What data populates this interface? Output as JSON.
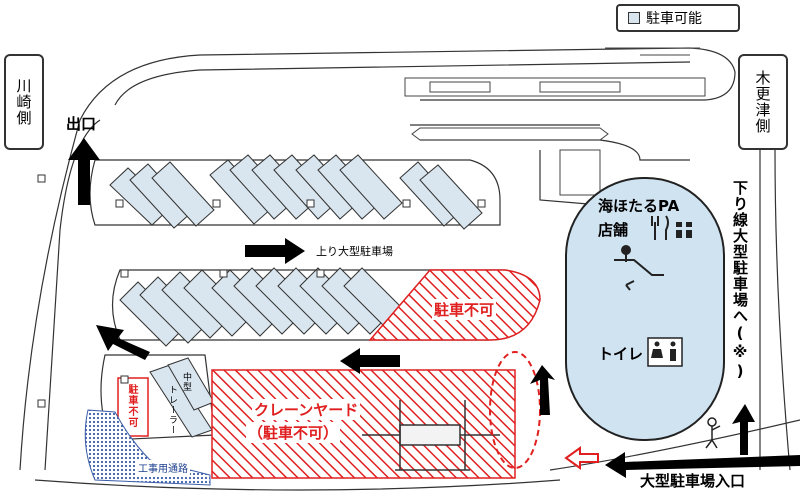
{
  "legend": {
    "label": "駐車可能",
    "swatch_color": "#d9e6ef"
  },
  "directions": {
    "kawasaki": "川崎側",
    "kisarazu": "木更津側",
    "exit": "出口",
    "down_line": "下り線大型駐車場へ(※)",
    "entrance": "大型駐車場入口"
  },
  "pa": {
    "name_line1": "海ほたるPA",
    "name_line2": "店舗",
    "toilet": "トイレ",
    "fill_color": "#cfe3f1"
  },
  "zones": {
    "upbound_parking": "上り大型駐車場",
    "no_parking": "駐車不可",
    "crane_yard_line1": "クレーンヤード",
    "crane_yard_line2": "（駐車不可）",
    "small_no_parking": "駐車不可",
    "construction_road": "工事用通路",
    "middle_label": "中型",
    "trailer_label": "トレーラー",
    "hatch_color": "#e02020"
  },
  "icons": [
    "fork-knife-icon",
    "gift-icon",
    "escalator-icon",
    "toilet-icon",
    "person-icon",
    "arrow-icon"
  ]
}
